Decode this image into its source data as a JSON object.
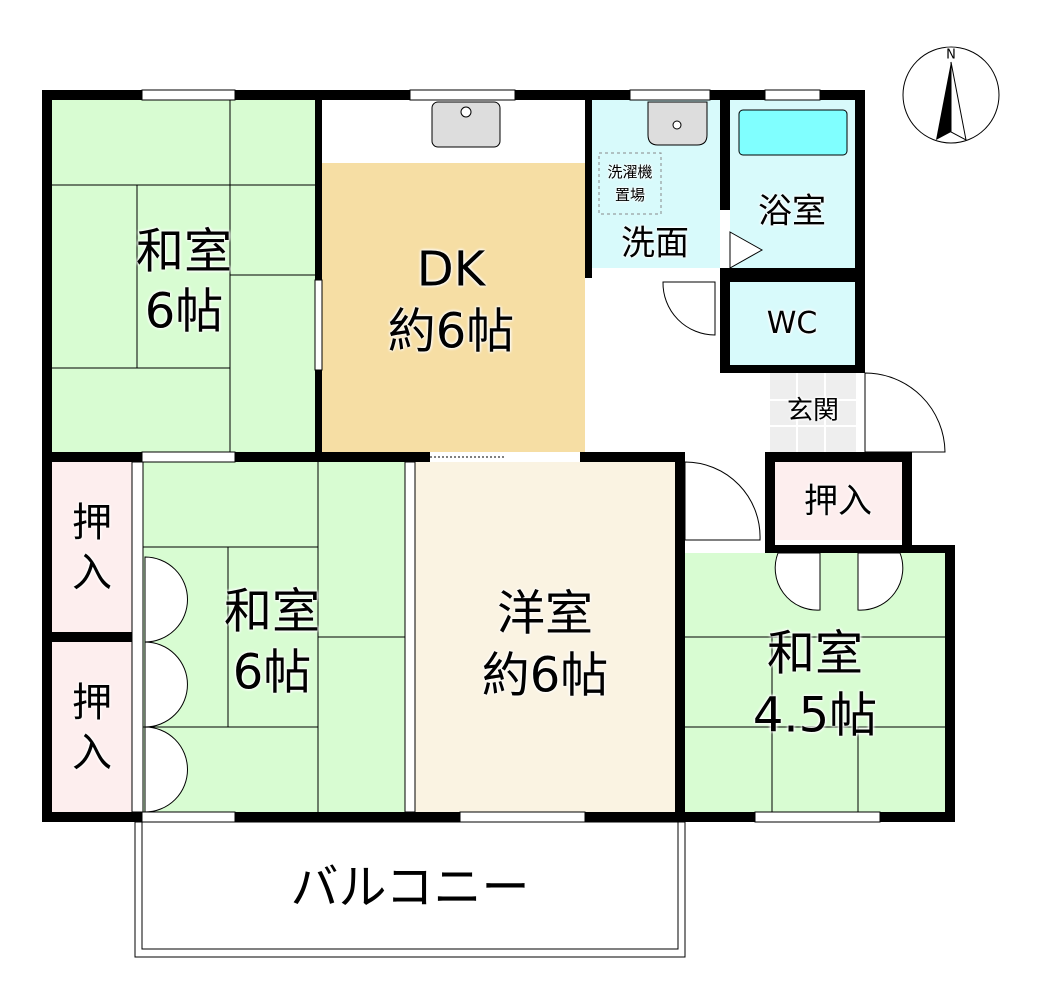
{
  "rooms": {
    "washitsu_nw": {
      "name": "和室",
      "size": "6帖"
    },
    "dk": {
      "name": "DK",
      "size": "約6帖"
    },
    "senmen": {
      "name": "洗面"
    },
    "washer": {
      "line1": "洗濯機",
      "line2": "置場"
    },
    "bath": {
      "name": "浴室"
    },
    "wc": {
      "name": "WC"
    },
    "genkan": {
      "name": "玄関"
    },
    "closet_right": {
      "name": "押入"
    },
    "closet_left_upper": {
      "name": "押入"
    },
    "closet_left_lower": {
      "name": "押入"
    },
    "washitsu_center": {
      "name": "和室",
      "size": "6帖"
    },
    "youshitsu": {
      "name": "洋室",
      "size": "約6帖"
    },
    "washitsu_se": {
      "name": "和室",
      "size": "4.5帖"
    },
    "balcony": {
      "name": "バルコニー"
    }
  },
  "compass": {
    "label": "N"
  },
  "colors": {
    "tatami": "#d8fcd2",
    "dk": "#f6dea4",
    "wet": "#d8fafb",
    "tub": "#80ffff",
    "closet": "#fdeeee",
    "youshitsu": "#faf3e2",
    "genkan": "#eeeeee",
    "wall": "#000000"
  }
}
